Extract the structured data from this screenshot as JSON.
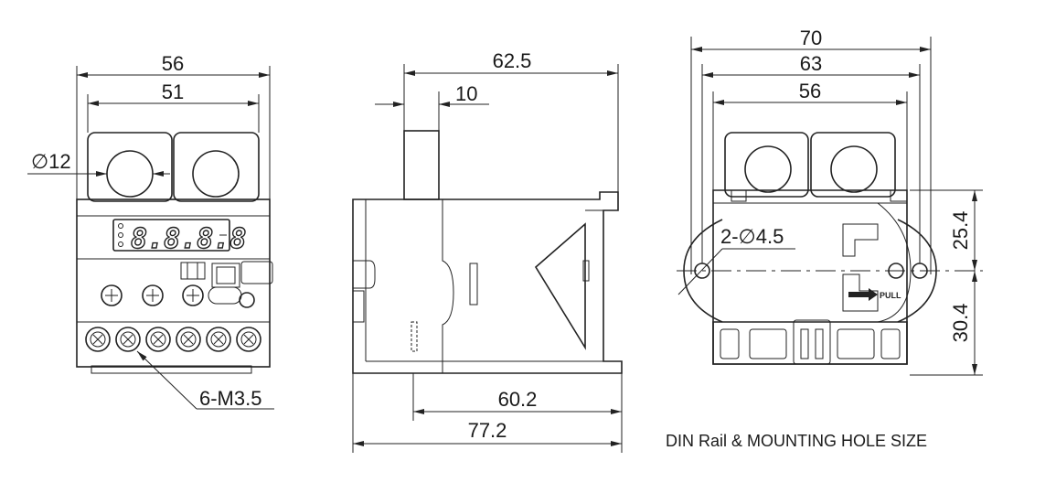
{
  "front_view": {
    "width_outer": "56",
    "width_inner": "51",
    "hole_diameter": "∅12",
    "terminal_screws": "6-M3.5",
    "display_digits": "8.8.8.8"
  },
  "side_view": {
    "depth_top": "62.5",
    "tab_width": "10",
    "depth_body": "60.2",
    "depth_total": "77.2"
  },
  "mount_view": {
    "width_70": "70",
    "width_63": "63",
    "width_56": "56",
    "hole_spec": "2-∅4.5",
    "height_upper": "25.4",
    "height_lower": "30.4",
    "pull_label": "PULL"
  },
  "caption": "DIN Rail & MOUNTING HOLE SIZE"
}
